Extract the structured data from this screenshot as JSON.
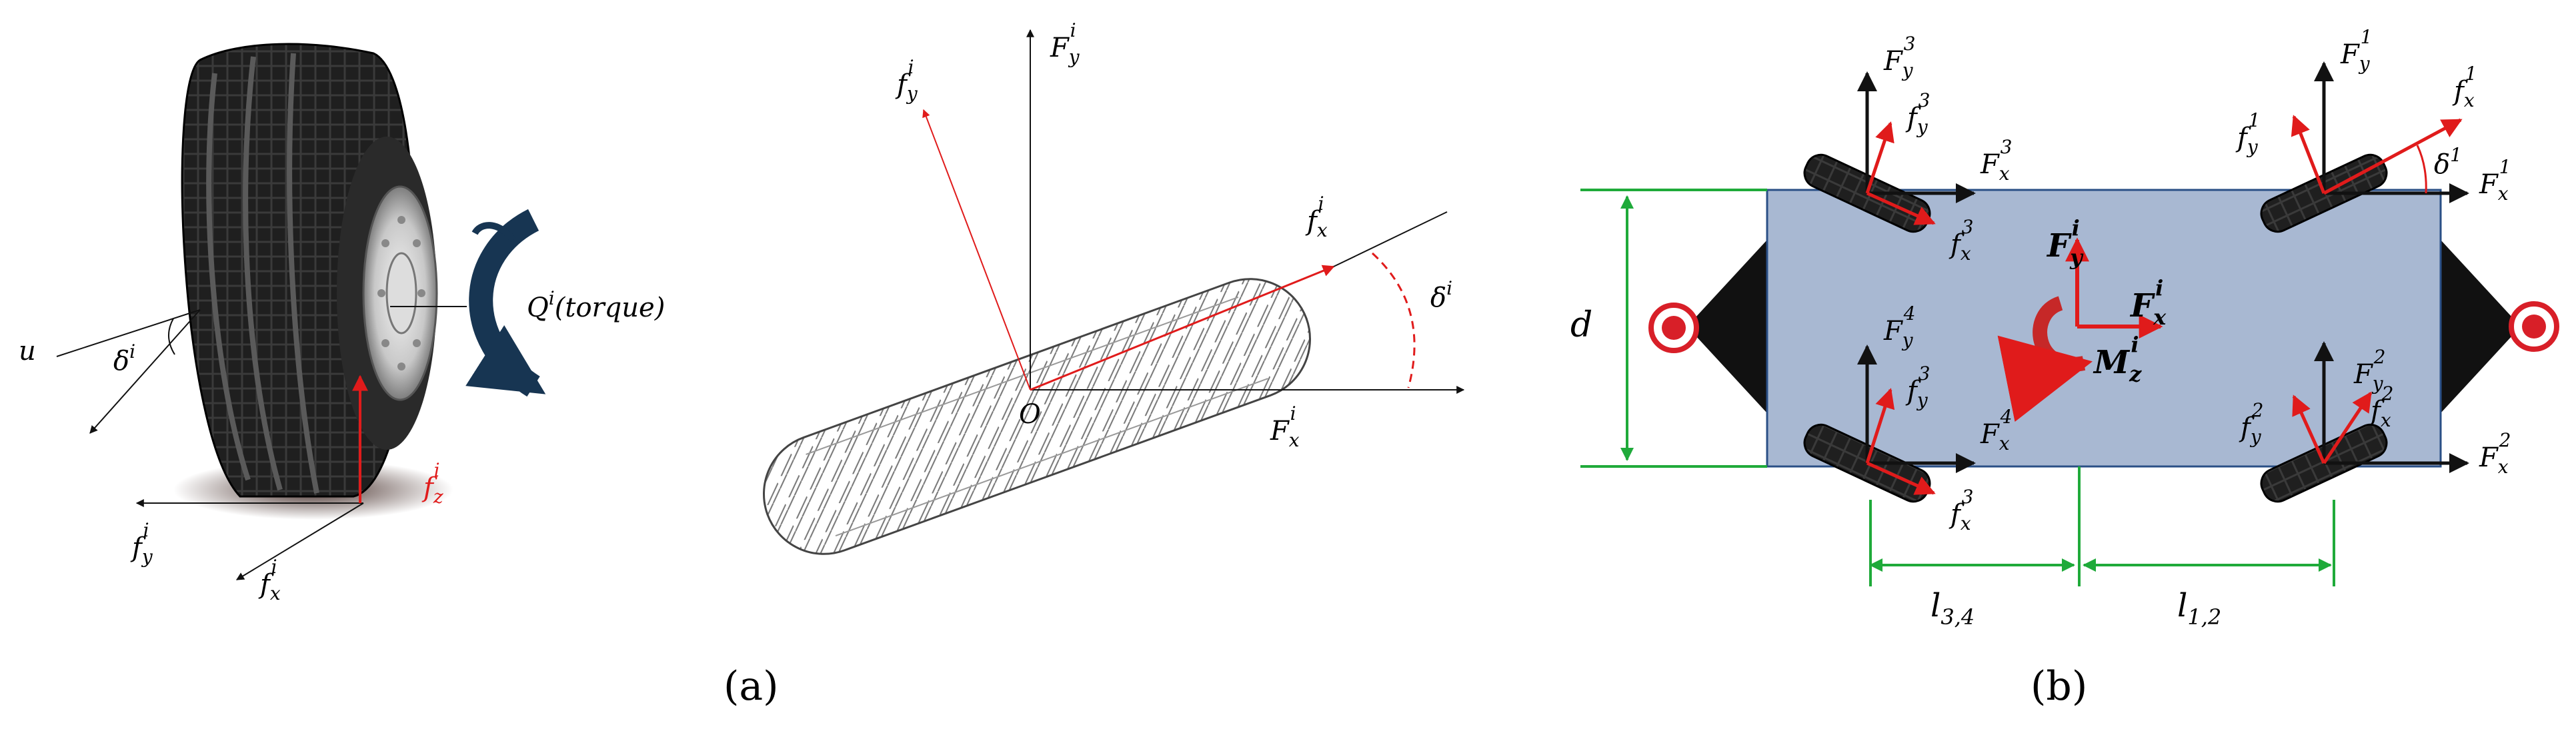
{
  "panel_a": {
    "tire": {
      "axis_u": "u",
      "delta": "δ",
      "delta_sup": "i",
      "torque_q": "Q",
      "torque_sup": "i",
      "torque_text": "(torque)",
      "fy": "f",
      "fy_sub": "y",
      "fy_sup": "i",
      "fx": "f",
      "fx_sub": "x",
      "fx_sup": "i",
      "fz": "f",
      "fz_sub": "z",
      "fz_sup": "i"
    },
    "plane": {
      "Fy": "F",
      "Fy_sub": "y",
      "Fy_sup": "i",
      "fy": "f",
      "fy_sub": "y",
      "fy_sup": "i",
      "fx": "f",
      "fx_sub": "x",
      "fx_sup": "i",
      "Fx": "F",
      "Fx_sub": "x",
      "Fx_sup": "i",
      "delta": "δ",
      "delta_sup": "i",
      "origin": "O"
    },
    "caption": "(a)"
  },
  "panel_b": {
    "wheel1": {
      "Fy": "F",
      "Fy_sub": "y",
      "Fy_sup": "1",
      "fy": "f",
      "fy_sub": "y",
      "fy_sup": "1",
      "fx": "f",
      "fx_sub": "x",
      "fx_sup": "1",
      "Fx": "F",
      "Fx_sub": "x",
      "Fx_sup": "1",
      "delta": "δ",
      "delta_sup": "1"
    },
    "wheel2": {
      "Fy": "F",
      "Fy_sub": "y",
      "Fy_sup": "2",
      "fy": "f",
      "fy_sub": "y",
      "fy_sup": "2",
      "fx": "f",
      "fx_sub": "x",
      "fx_sup": "2",
      "Fx": "F",
      "Fx_sub": "x",
      "Fx_sup": "2"
    },
    "wheel3": {
      "Fy": "F",
      "Fy_sub": "y",
      "Fy_sup": "3",
      "fy": "f",
      "fy_sub": "y",
      "fy_sup": "3",
      "fx": "f",
      "fx_sub": "x",
      "fx_sup": "3",
      "Fx": "F",
      "Fx_sub": "x",
      "Fx_sup": "3"
    },
    "wheel4": {
      "Fy": "F",
      "Fy_sub": "y",
      "Fy_sup": "4",
      "fy": "f",
      "fy_sub": "y",
      "fy_sup": "3",
      "fx": "f",
      "fx_sub": "x",
      "fx_sup": "3",
      "Fx": "F",
      "Fx_sub": "x",
      "Fx_sup": "4"
    },
    "center": {
      "Fy": "F",
      "Fy_sub": "y",
      "Fy_sup": "i",
      "Fx": "F",
      "Fx_sub": "x",
      "Fx_sup": "i",
      "Mz": "M",
      "Mz_sub": "z",
      "Mz_sup": "i"
    },
    "dim_d": "d",
    "dim_l34": "l",
    "dim_l34_sub": "3,4",
    "dim_l12": "l",
    "dim_l12_sub": "1,2",
    "caption": "(b)"
  },
  "colors": {
    "force_black": "#111111",
    "force_red": "#e01b1b",
    "body": "#a8b8d2",
    "dimension": "#1faa3a",
    "torque": "#173552"
  }
}
